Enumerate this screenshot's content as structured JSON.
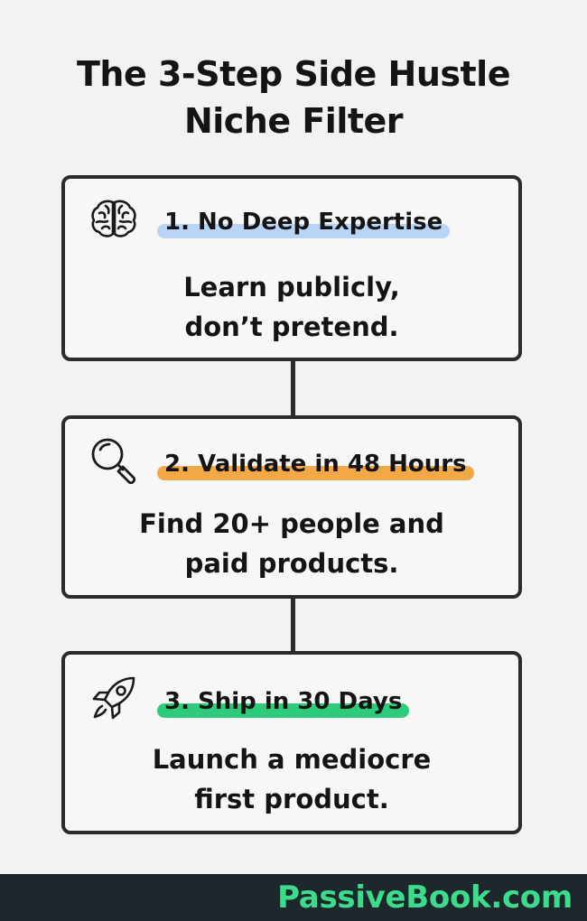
{
  "title": {
    "line1": "The 3-Step Side Hustle",
    "line2": "Niche Filter"
  },
  "steps": [
    {
      "heading": "1. No Deep Expertise",
      "body_line1": "Learn publicly,",
      "body_line2": "don’t pretend.",
      "icon": "brain-icon",
      "highlight_color": "#b9d4f7"
    },
    {
      "heading": "2. Validate in 48 Hours",
      "body_line1": "Find 20+ people and",
      "body_line2": "paid products.",
      "icon": "magnifier-icon",
      "highlight_color": "#f2a847"
    },
    {
      "heading": "3. Ship in 30 Days",
      "body_line1": "Launch a mediocre",
      "body_line2": "first product.",
      "icon": "rocket-icon",
      "highlight_color": "#2ecc7a"
    }
  ],
  "footer": {
    "brand": "PassiveBook.com",
    "brand_color": "#3ddc8c",
    "bar_color": "#1e272b"
  }
}
